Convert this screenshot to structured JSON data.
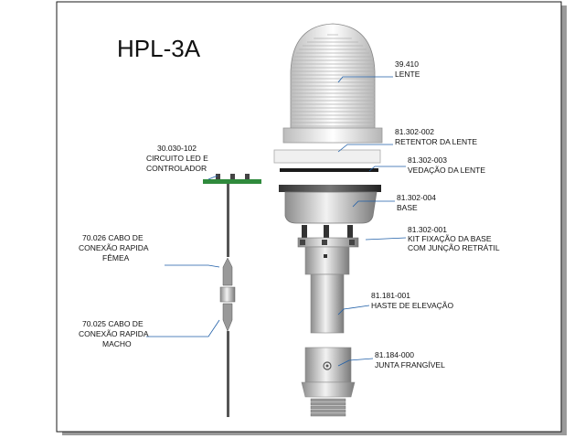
{
  "title": "HPL-3A",
  "colors": {
    "leader": "#1f5fa8",
    "frame": "#1a1a1a",
    "shadow": "#9a9a9a",
    "metal": "#cfcfcf",
    "pcb": "#2f8a3c"
  },
  "parts": {
    "lens": {
      "code": "39.410",
      "name": "LENTE"
    },
    "lens_retainer": {
      "code": "81.302-002",
      "name": "RETENTOR DA LENTE"
    },
    "lens_seal": {
      "code": "81.302-003",
      "name": "VEDAÇÃO DA LENTE"
    },
    "base": {
      "code": "81.302-004",
      "name": "BASE"
    },
    "base_kit": {
      "code": "81.302-001",
      "line1": "KIT FIXAÇÃO DA BASE",
      "line2": "COM JUNÇÃO RETRÁTIL"
    },
    "mast": {
      "code": "81.181-001",
      "name": "HASTE DE ELEVAÇÃO"
    },
    "frangible": {
      "code": "81.184-000",
      "name": "JUNTA FRANGÍVEL"
    },
    "led_circuit": {
      "code": "30.030-102",
      "line1": "CIRCUITO LED E",
      "line2": "CONTROLADOR"
    },
    "female_cable": {
      "line1": "70.026 CABO DE",
      "line2": "CONEXÃO RAPIDA",
      "line3": "FÊMEA"
    },
    "male_cable": {
      "line1": "70.025 CABO DE",
      "line2": "CONEXÃO RAPIDA",
      "line3": "MACHO"
    }
  }
}
